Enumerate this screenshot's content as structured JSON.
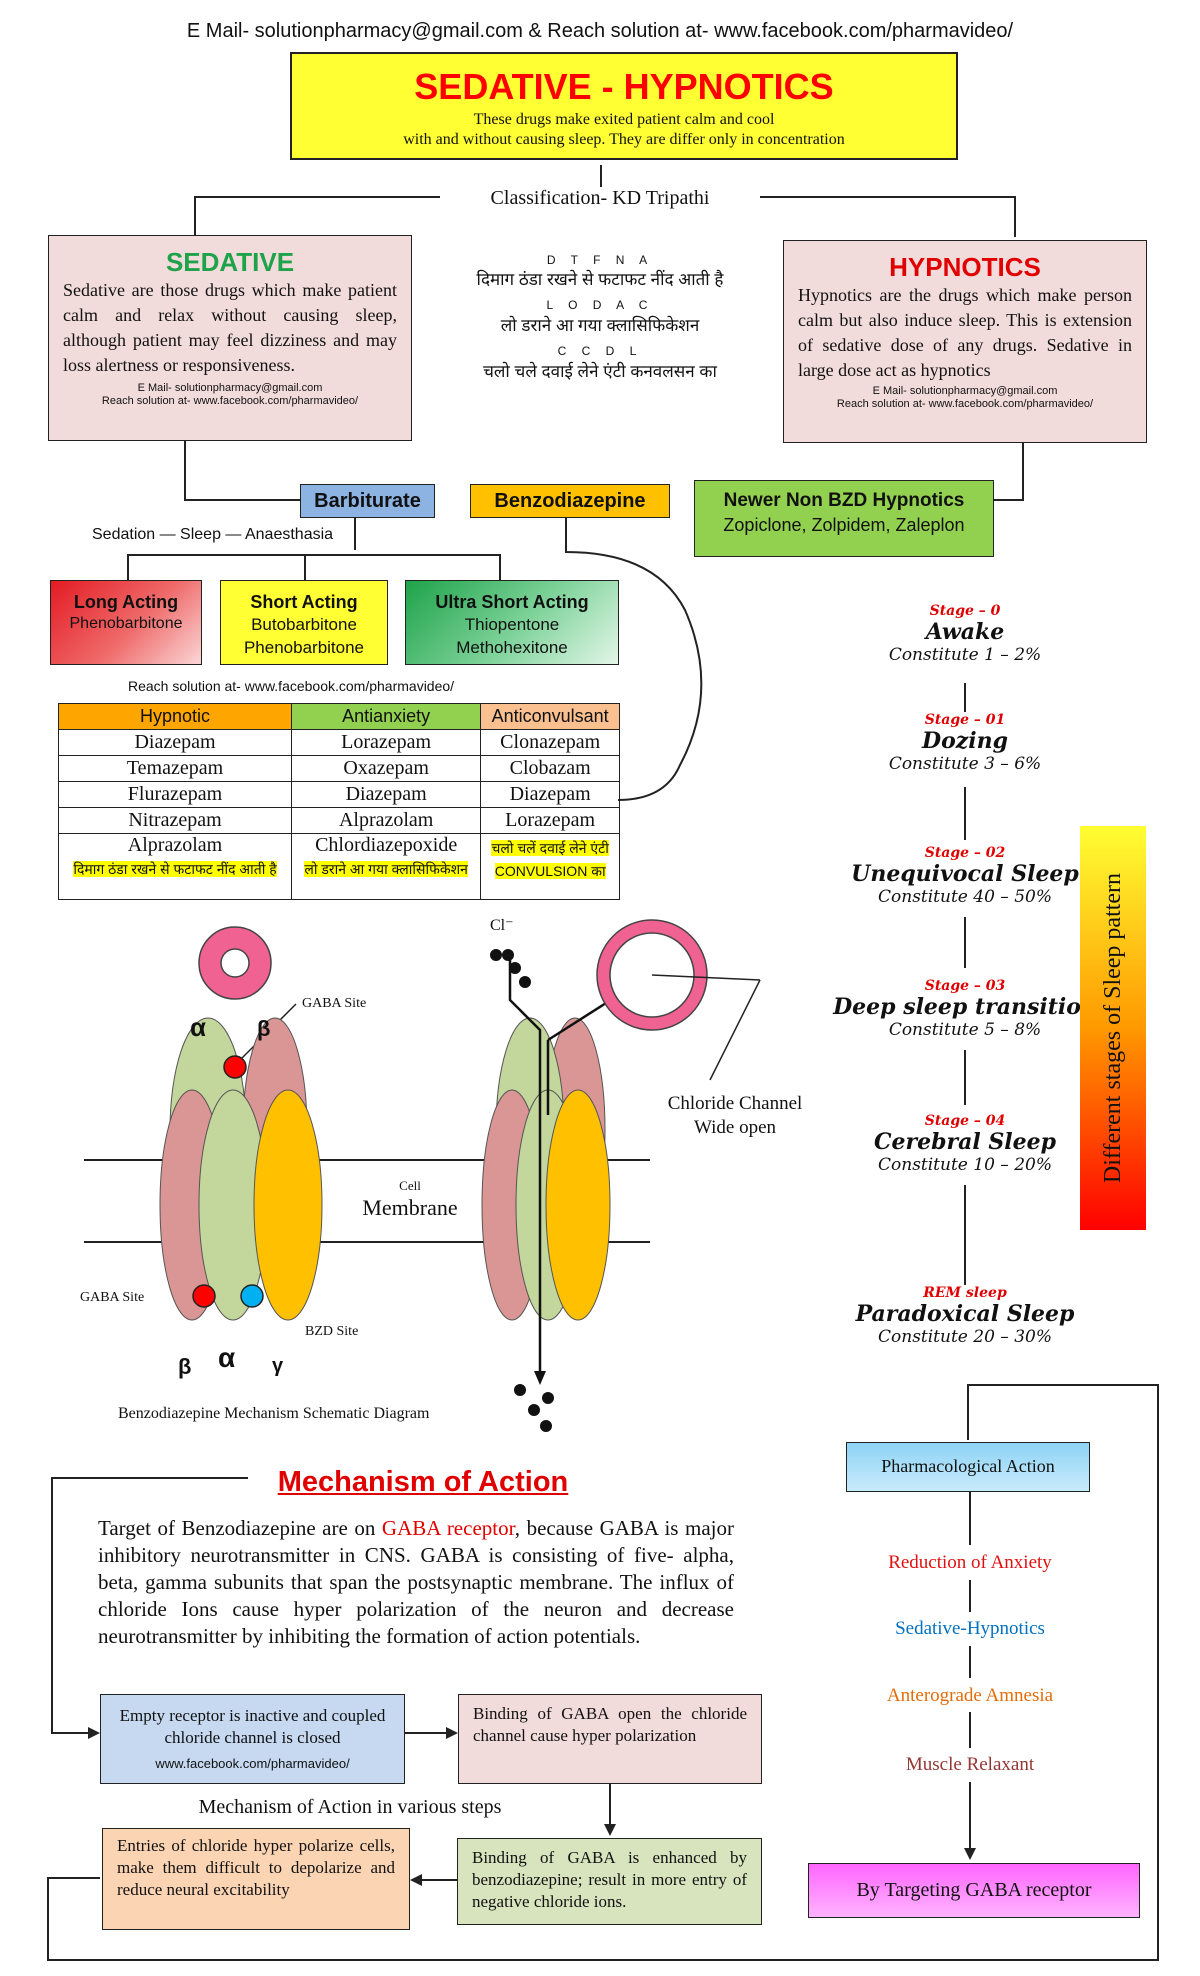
{
  "header": {
    "contact": "E Mail- solutionpharmacy@gmail.com & Reach solution at- www.facebook.com/pharmavideo/",
    "title": "SEDATIVE - HYPNOTICS",
    "subtitle_line1": "These drugs make exited patient calm and cool",
    "subtitle_line2": "with and without causing sleep. They are differ only in concentration"
  },
  "classification": "Classification- KD Tripathi",
  "sedative": {
    "title": "SEDATIVE",
    "text": "Sedative are those drugs which make patient calm and relax without causing sleep, although patient may feel dizziness and may loss alertness or responsiveness.",
    "mail": "E Mail- solutionpharmacy@gmail.com",
    "reach": "Reach solution at- www.facebook.com/pharmavideo/"
  },
  "hypnotics": {
    "title": "HYPNOTICS",
    "text": "Hypnotics are the drugs which make person calm but also induce sleep. This is extension of sedative dose of any drugs. Sedative in large dose act as hypnotics",
    "mail": "E Mail- solutionpharmacy@gmail.com",
    "reach": "Reach solution at- www.facebook.com/pharmavideo/"
  },
  "mnemonic": {
    "l1": "D T F N A",
    "l2": "दिमाग ठंडा रखने से फटाफट नींद आती है",
    "l3": "L O D A C",
    "l4": "लो डराने आ गया क्लासिफिकेशन",
    "l5": "C C D L",
    "l6": "चलो चले दवाई लेने एंटी कनवलसन का"
  },
  "classes": {
    "barbiturate": "Barbiturate",
    "bzd": "Benzodiazepine",
    "newer_title": "Newer Non BZD Hypnotics",
    "newer_drugs": "Zopiclone, Zolpidem, Zaleplon",
    "sedation_line": "Sedation — Sleep — Anaesthasia"
  },
  "barb_types": {
    "long_title": "Long Acting",
    "long_drugs": "Phenobarbitone",
    "short_title": "Short Acting",
    "short_d1": "Butobarbitone",
    "short_d2": "Phenobarbitone",
    "ultra_title": "Ultra Short Acting",
    "ultra_d1": "Thiopentone",
    "ultra_d2": "Methohexitone"
  },
  "reach_mid": "Reach solution at- www.facebook.com/pharmavideo/",
  "table": {
    "headers": [
      "Hypnotic",
      "Antianxiety",
      "Anticonvulsant"
    ],
    "rows": [
      [
        "Diazepam",
        "Lorazepam",
        "Clonazepam"
      ],
      [
        "Temazepam",
        "Oxazepam",
        "Clobazam"
      ],
      [
        "Flurazepam",
        "Diazepam",
        "Diazepam"
      ],
      [
        "Nitrazepam",
        "Alprazolam",
        "Lorazepam"
      ],
      [
        "Alprazolam",
        "Chlordiazepoxide",
        ""
      ]
    ],
    "mn1": "दिमाग ठंडा रखने से फटाफट नींद आती है",
    "mn2": "लो डराने आ गया क्लासिफिकेशन",
    "mn3a": "चलो चलें दवाई लेने एंटी",
    "mn3b": "CONVULSION का"
  },
  "diagram": {
    "gaba_site_top": "GABA Site",
    "alpha": "α",
    "beta": "β",
    "gamma": "γ",
    "cl": "Cl⁻",
    "cell": "Cell",
    "membrane": "Membrane",
    "gaba_site_bottom": "GABA Site",
    "bzd_site": "BZD Site",
    "chloride_l1": "Chloride Channel",
    "chloride_l2": "Wide open",
    "caption": "Benzodiazepine Mechanism Schematic Diagram"
  },
  "sleep": {
    "side_label": "Different stages of Sleep pattern",
    "stages": [
      {
        "label": "Stage – 0",
        "name": "Awake",
        "c": "Constitute 1 – 2%"
      },
      {
        "label": "Stage – 01",
        "name": "Dozing",
        "c": "Constitute 3 – 6%"
      },
      {
        "label": "Stage – 02",
        "name": "Unequivocal Sleep",
        "c": "Constitute 40 – 50%"
      },
      {
        "label": "Stage – 03",
        "name": "Deep sleep transition",
        "c": "Constitute 5 – 8%"
      },
      {
        "label": "Stage – 04",
        "name": "Cerebral Sleep",
        "c": "Constitute 10 – 20%"
      },
      {
        "label": "REM sleep",
        "name": "Paradoxical Sleep",
        "c": "Constitute 20 – 30%"
      }
    ]
  },
  "moa": {
    "title": "Mechanism of Action",
    "p_a": "Target of Benzodiazepine are on ",
    "p_b": "GABA receptor",
    "p_c": ", because GABA is major inhibitory neurotransmitter in CNS. GABA is consisting of five- alpha, beta, gamma subunits that span the postsynaptic membrane. The influx of chloride Ions cause hyper polarization of the neuron and decrease neurotransmitter by inhibiting the formation of action potentials.",
    "step1": "Empty receptor is inactive and coupled chloride channel is closed",
    "step1_url": "www.facebook.com/pharmavideo/",
    "step2": "Binding of GABA open the chloride channel cause hyper polarization",
    "steps_label": "Mechanism of Action in various steps",
    "step3": "Binding of GABA is enhanced by benzodiazepine; result in more entry of negative chloride ions.",
    "step4": "Entries of chloride hyper polarize cells, make them difficult to depolarize and reduce neural excitability"
  },
  "pharm": {
    "title": "Pharmacological Action",
    "a1": "Reduction of Anxiety",
    "a2": "Sedative-Hypnotics",
    "a3": "Anterograde Amnesia",
    "a4": "Muscle Relaxant",
    "target": "By Targeting GABA receptor"
  },
  "colors": {
    "title_red": "#ff0000",
    "title_bg": "#ffff33",
    "sedative_green": "#1ea34a",
    "box_pink": "#f2dcdb",
    "barb_blue": "#8db3e2",
    "bzd_orange": "#ffc000",
    "newer_green": "#92d050",
    "a1": "#e01010",
    "a2": "#0070c0",
    "a3": "#e36c09",
    "a4": "#943634",
    "target_bg": "#ff66ff"
  }
}
